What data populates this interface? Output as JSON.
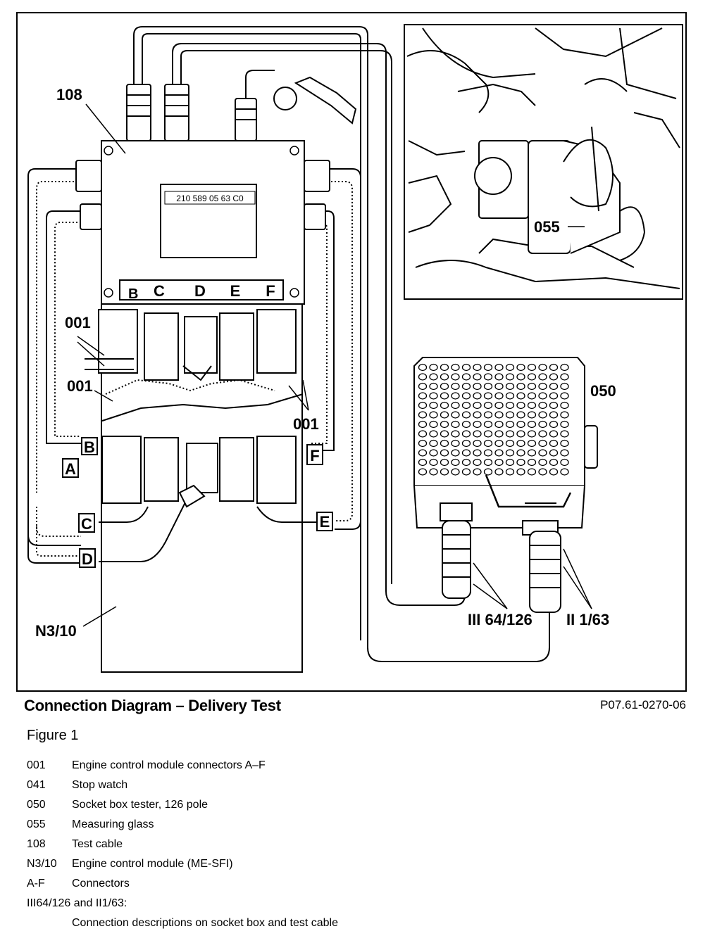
{
  "diagram": {
    "labels": {
      "test_cable": "108",
      "module_part_number": "210 589 05 63 C0",
      "connectors_label": "001",
      "socket_box": "050",
      "measuring_glass": "055",
      "ecm": "N3/10",
      "port_iii": "III 64/126",
      "port_ii": "II 1/63",
      "connector_letters": [
        "A",
        "B",
        "C",
        "D",
        "E",
        "F"
      ]
    }
  },
  "caption": {
    "title": "Connection Diagram – Delivery Test",
    "code": "P07.61-0270-06",
    "figure": "Figure 1"
  },
  "legend": [
    {
      "code": "001",
      "text": "Engine control module connectors A–F"
    },
    {
      "code": "041",
      "text": "Stop watch"
    },
    {
      "code": "050",
      "text": "Socket box tester, 126 pole"
    },
    {
      "code": "055",
      "text": "Measuring glass"
    },
    {
      "code": "108",
      "text": "Test cable"
    },
    {
      "code": "N3/10",
      "text": "Engine control module (ME-SFI)"
    },
    {
      "code": "A-F",
      "text": "Connectors"
    }
  ],
  "legend_note": {
    "heading": "III64/126 and II1/63:",
    "text": "Connection descriptions on socket box and test cable"
  }
}
